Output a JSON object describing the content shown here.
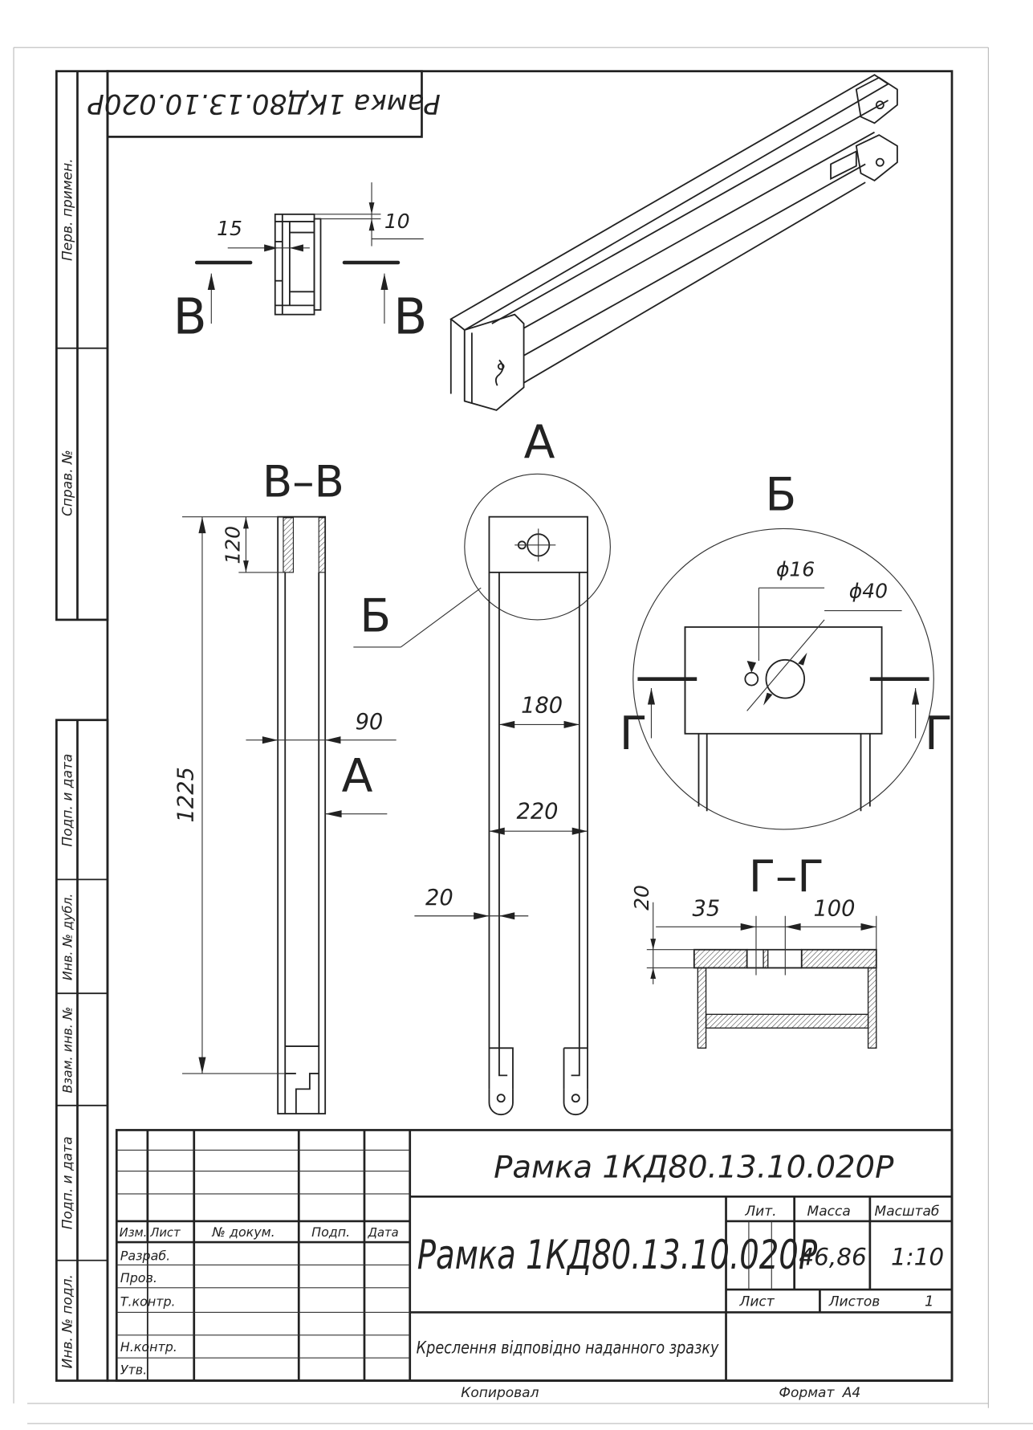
{
  "drawing": {
    "rotated_title": "Рамка 1КД80.13.10.020Р",
    "section_label_v": "В",
    "section_v_v": "В–В",
    "view_a": "А",
    "view_a_arrow_label": "А",
    "detail_b": "Б",
    "detail_b_leader": "Б",
    "section_g": "Г",
    "section_g_g": "Г–Г",
    "dimensions": {
      "d15": "15",
      "d10": "10",
      "d1225": "1225",
      "d120": "120",
      "d90": "90",
      "d180": "180",
      "d220": "220",
      "d20_front": "20",
      "dia16": "ϕ16",
      "dia40": "ϕ40",
      "d35": "35",
      "d100": "100",
      "d20_section": "20"
    }
  },
  "side_strip": {
    "perv_primen": "Перв. примен.",
    "sprav_no": "Справ. №",
    "podp_data_1": "Подп. и дата",
    "inv_dubl": "Инв. № дубл.",
    "vzam_inv": "Взам. инв. №",
    "podp_data_2": "Подп. и дата",
    "inv_podl": "Инв. № подл."
  },
  "title_block": {
    "top_designation": "Рамка 1КД80.13.10.020Р",
    "name": "Рамка 1КД80.13.10.020Р",
    "columns": {
      "izm": "Изм.",
      "list": "Лист",
      "doc_no": "№ докум.",
      "podp": "Подп.",
      "data": "Дата"
    },
    "roles": {
      "razrab": "Разраб.",
      "prov": "Пров.",
      "tkontr": "Т.контр.",
      "nkontr": "Н.контр.",
      "utv": "Утв."
    },
    "lit_label": "Лит.",
    "mass_label": "Масса",
    "scale_label": "Масштаб",
    "mass": "46,86",
    "scale": "1:10",
    "sheet_label": "Лист",
    "sheets_label": "Листов",
    "sheets": "1",
    "note": "Креслення відповідно наданного зразку"
  },
  "footer": {
    "copied": "Копировал",
    "format_label": "Формат",
    "format": "А4"
  }
}
